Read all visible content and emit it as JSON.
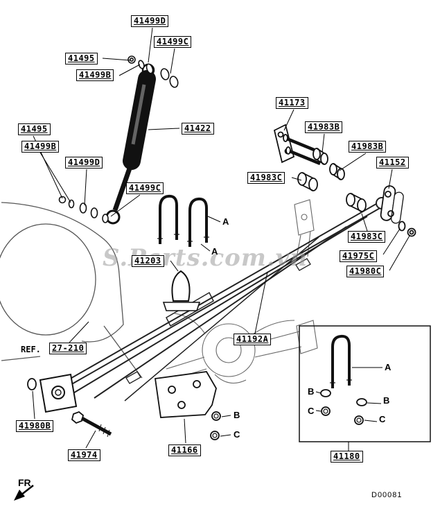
{
  "page": {
    "watermark": "S.Parts.com.vn",
    "drawing_number": "D00081",
    "fr_label": "FR",
    "ref_prefix": "REF."
  },
  "colors": {
    "line_art": "#111111",
    "background_art": "#666666",
    "watermark": "#9c9c9c"
  },
  "part_labels": [
    {
      "text": "41499D"
    },
    {
      "text": "41499C"
    },
    {
      "text": "41495"
    },
    {
      "text": "41499B"
    },
    {
      "text": "41422"
    },
    {
      "text": "41495"
    },
    {
      "text": "41499B"
    },
    {
      "text": "41499D"
    },
    {
      "text": "41499C"
    },
    {
      "text": "41173"
    },
    {
      "text": "41983B"
    },
    {
      "text": "41983B"
    },
    {
      "text": "41983C"
    },
    {
      "text": "41152"
    },
    {
      "text": "41983C"
    },
    {
      "text": "41975C"
    },
    {
      "text": "41980C"
    },
    {
      "text": "41203"
    },
    {
      "text": "41192A"
    },
    {
      "text": "27-210"
    },
    {
      "text": "41980B"
    },
    {
      "text": "41974"
    },
    {
      "text": "41166"
    },
    {
      "text": "41180"
    }
  ],
  "callouts": [
    {
      "text": "A"
    },
    {
      "text": "A"
    },
    {
      "text": "B"
    },
    {
      "text": "C"
    },
    {
      "text": "A"
    },
    {
      "text": "B"
    },
    {
      "text": "B"
    },
    {
      "text": "C"
    },
    {
      "text": "C"
    }
  ]
}
